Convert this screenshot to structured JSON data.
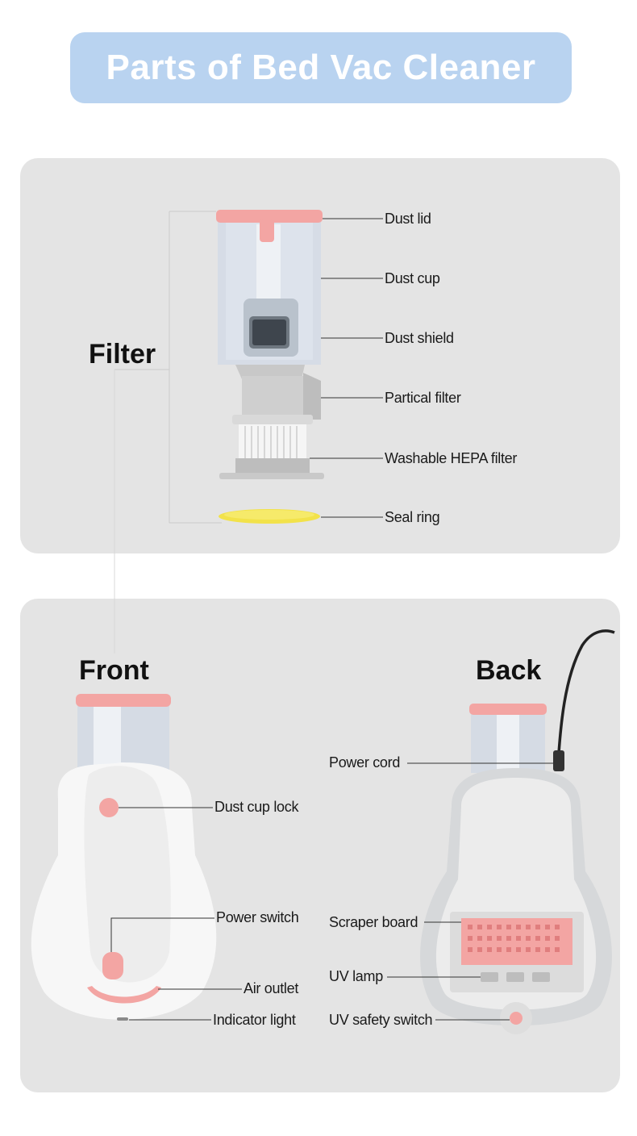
{
  "title": "Parts of Bed Vac Cleaner",
  "filter_section": {
    "label": "Filter",
    "callouts": [
      "Dust lid",
      "Dust cup",
      "Dust shield",
      "Partical filter",
      "Washable HEPA filter",
      "Seal ring"
    ]
  },
  "front_section": {
    "label": "Front",
    "callouts": [
      "Dust cup lock",
      "Power switch",
      "Air outlet",
      "Indicator light"
    ]
  },
  "back_section": {
    "label": "Back",
    "callouts": [
      "Power cord",
      "Scraper board",
      "UV lamp",
      "UV safety switch"
    ]
  },
  "colors": {
    "banner": "#b9d3f0",
    "panel": "#e4e4e4",
    "accent_pink": "#f0a0a0",
    "seal_yellow": "#f2e24a"
  }
}
